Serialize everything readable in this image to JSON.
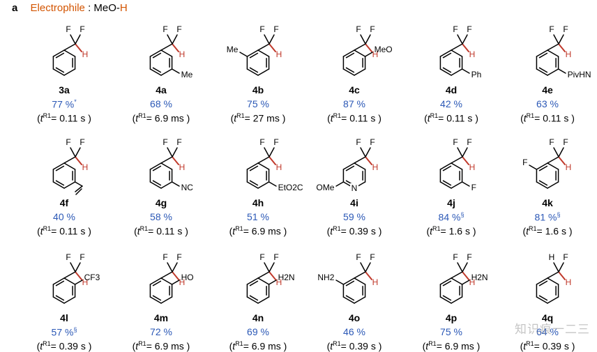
{
  "panel": {
    "letter": "a",
    "electrophile_label": "Electrophile",
    "separator": ":",
    "electrophile_prefix": "MeO-",
    "electrophile_h": "H"
  },
  "watermark": "知识痕一二三",
  "colors": {
    "yield": "#2b58b6",
    "accent": "#d35400"
  },
  "compounds": [
    {
      "id": "3a",
      "yield": "77 %",
      "mark": "*",
      "t_prefix": "t",
      "t_sup": "R1",
      "t_value": "= 0.11 s"
    },
    {
      "id": "4a",
      "yield": "68 %",
      "mark": "",
      "t_prefix": "t",
      "t_sup": "R1",
      "t_value": "= 6.9 ms"
    },
    {
      "id": "4b",
      "yield": "75 %",
      "mark": "",
      "t_prefix": "t",
      "t_sup": "R1",
      "t_value": "= 27 ms"
    },
    {
      "id": "4c",
      "yield": "87 %",
      "mark": "",
      "t_prefix": "t",
      "t_sup": "R1",
      "t_value": "= 0.11 s"
    },
    {
      "id": "4d",
      "yield": "42 %",
      "mark": "",
      "t_prefix": "t",
      "t_sup": "R1",
      "t_value": "= 0.11 s"
    },
    {
      "id": "4e",
      "yield": "63 %",
      "mark": "",
      "t_prefix": "t",
      "t_sup": "R1",
      "t_value": "= 0.11 s"
    },
    {
      "id": "4f",
      "yield": "40 %",
      "mark": "",
      "t_prefix": "t",
      "t_sup": "R1",
      "t_value": "= 0.11 s"
    },
    {
      "id": "4g",
      "yield": "58 %",
      "mark": "",
      "t_prefix": "t",
      "t_sup": "R1",
      "t_value": "= 0.11 s"
    },
    {
      "id": "4h",
      "yield": "51 %",
      "mark": "",
      "t_prefix": "t",
      "t_sup": "R1",
      "t_value": "= 6.9 ms"
    },
    {
      "id": "4i",
      "yield": "59 %",
      "mark": "",
      "t_prefix": "t",
      "t_sup": "R1",
      "t_value": "= 0.39 s"
    },
    {
      "id": "4j",
      "yield": "84 %",
      "mark": "§",
      "t_prefix": "t",
      "t_sup": "R1",
      "t_value": "= 1.6 s"
    },
    {
      "id": "4k",
      "yield": "81 %",
      "mark": "§",
      "t_prefix": "t",
      "t_sup": "R1",
      "t_value": "= 1.6 s"
    },
    {
      "id": "4l",
      "yield": "57 %",
      "mark": "§",
      "t_prefix": "t",
      "t_sup": "R1",
      "t_value": "= 0.39 s"
    },
    {
      "id": "4m",
      "yield": "72 %",
      "mark": "",
      "t_prefix": "t",
      "t_sup": "R1",
      "t_value": "= 6.9 ms"
    },
    {
      "id": "4n",
      "yield": "69 %",
      "mark": "",
      "t_prefix": "t",
      "t_sup": "R1",
      "t_value": "= 6.9 ms"
    },
    {
      "id": "4o",
      "yield": "46 %",
      "mark": "",
      "t_prefix": "t",
      "t_sup": "R1",
      "t_value": "= 0.39 s"
    },
    {
      "id": "4p",
      "yield": "75 %",
      "mark": "",
      "t_prefix": "t",
      "t_sup": "R1",
      "t_value": "= 6.9 ms"
    },
    {
      "id": "4q",
      "yield": "64 %",
      "mark": "",
      "t_prefix": "t",
      "t_sup": "R1",
      "t_value": "= 0.39 s"
    }
  ],
  "structures": {
    "3a": {
      "mode": "chf2",
      "subs": []
    },
    "4a": {
      "mode": "chf2",
      "subs": [
        {
          "pos": 2,
          "label": "Me"
        }
      ]
    },
    "4b": {
      "mode": "chf2",
      "subs": [
        {
          "pos": 5,
          "label": "Me"
        }
      ]
    },
    "4c": {
      "mode": "chf2",
      "subs": [
        {
          "pos": 1,
          "label": "MeO"
        }
      ]
    },
    "4d": {
      "mode": "chf2",
      "subs": [
        {
          "pos": 2,
          "label": "Ph"
        }
      ]
    },
    "4e": {
      "mode": "chf2",
      "subs": [
        {
          "pos": 2,
          "label": "PivHN"
        }
      ]
    },
    "4f": {
      "mode": "chf2",
      "subs": [
        {
          "pos": 2,
          "label": ""
        }
      ]
    },
    "4g": {
      "mode": "chf2",
      "subs": [
        {
          "pos": 2,
          "label": "NC"
        }
      ]
    },
    "4h": {
      "mode": "chf2",
      "subs": [
        {
          "pos": 2,
          "label": "EtO2C"
        }
      ]
    },
    "4i": {
      "mode": "chf2",
      "ring_n": 3,
      "subs": [
        {
          "pos": 4,
          "label": "OMe"
        }
      ]
    },
    "4j": {
      "mode": "chf2",
      "subs": [
        {
          "pos": 2,
          "label": "F"
        }
      ]
    },
    "4k": {
      "mode": "chf2",
      "subs": [
        {
          "pos": 5,
          "label": "F"
        }
      ]
    },
    "4l": {
      "mode": "chf2",
      "subs": [
        {
          "pos": 1,
          "label": "CF3"
        }
      ]
    },
    "4m": {
      "mode": "chf2",
      "subs": [
        {
          "pos": 1,
          "label": "HO"
        }
      ]
    },
    "4n": {
      "mode": "chf2",
      "subs": [
        {
          "pos": 1,
          "label": "H2N"
        }
      ]
    },
    "4o": {
      "mode": "chf2",
      "subs": [
        {
          "pos": 5,
          "label": "NH2"
        }
      ]
    },
    "4p": {
      "mode": "chf2",
      "subs": [
        {
          "pos": 1,
          "label": "H2N"
        }
      ]
    },
    "4q": {
      "mode": "ch2f",
      "subs": []
    }
  }
}
